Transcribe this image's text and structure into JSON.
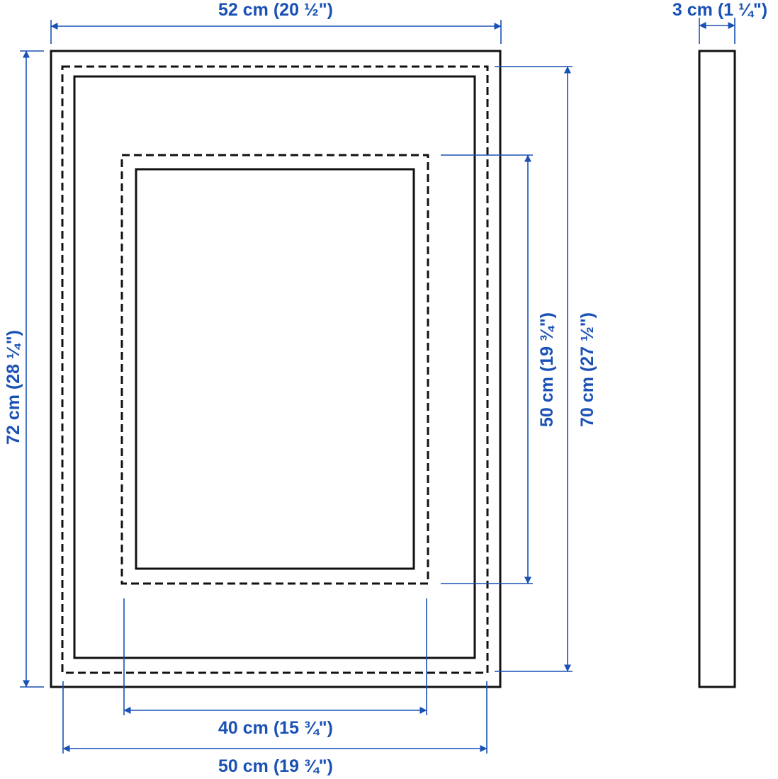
{
  "colors": {
    "dimension": "#1a51b5",
    "outline": "#111111",
    "background": "#ffffff"
  },
  "dimensions": {
    "outer_width": "52 cm (20 ½\")",
    "depth": "3 cm (1 ¼\")",
    "outer_height": "72 cm (28 ¼\")",
    "picture_height": "50 cm (19 ¾\")",
    "frame_opening_height": "70 cm (27 ½\")",
    "picture_width": "40 cm (15 ¾\")",
    "frame_opening_width": "50 cm (19 ¾\")"
  }
}
